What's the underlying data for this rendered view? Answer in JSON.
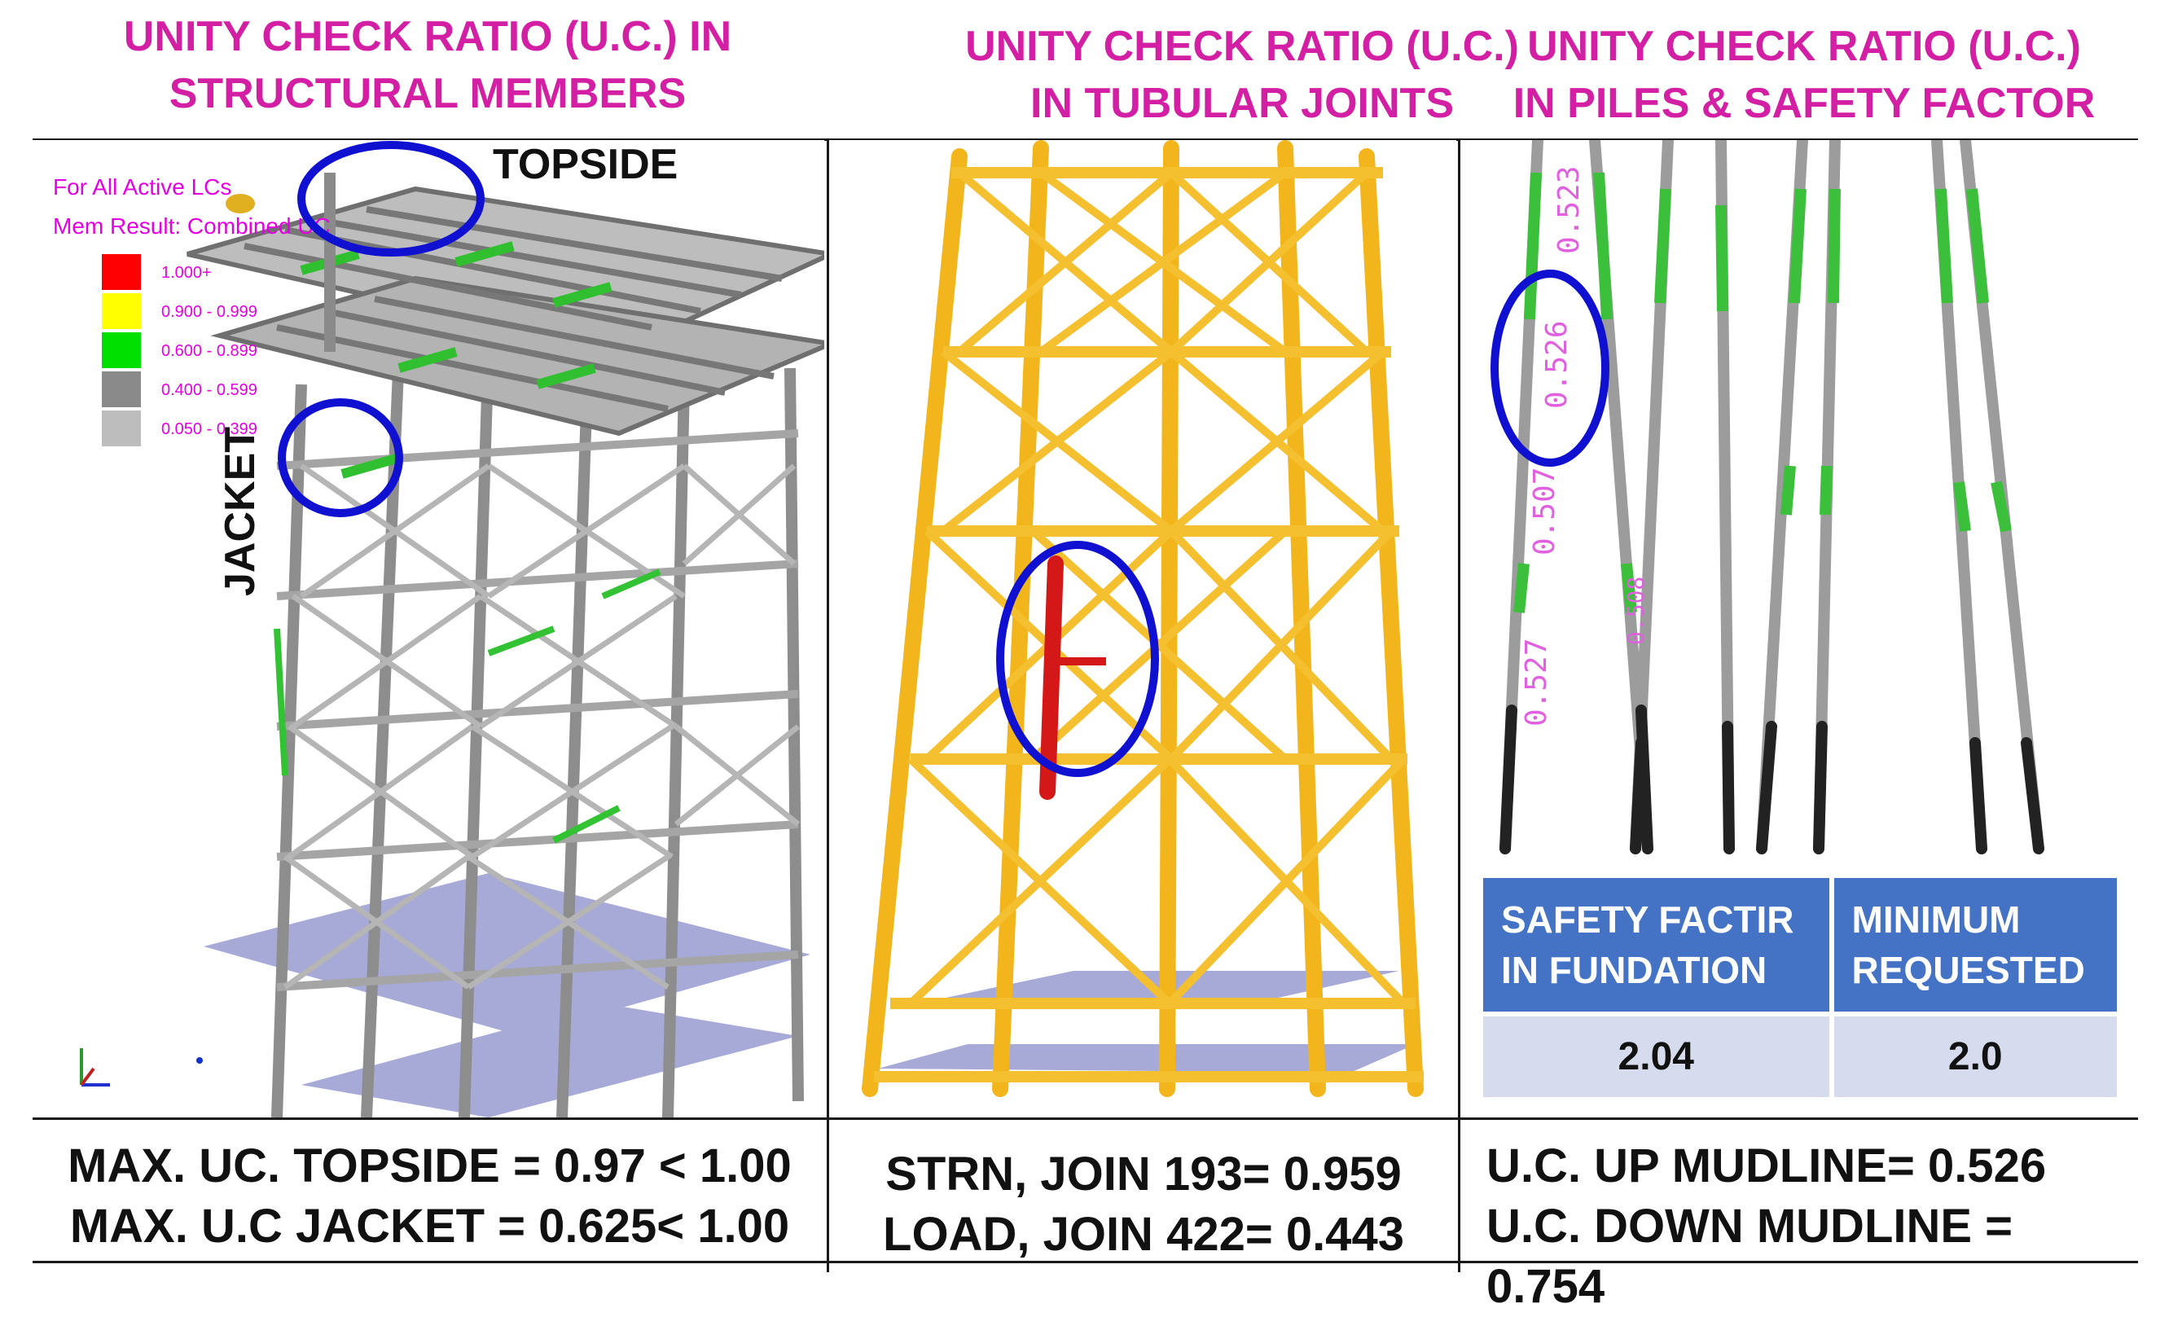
{
  "headers": {
    "left": "UNITY CHECK RATIO (U.C.) IN\nSTRUCTURAL MEMBERS",
    "middle": "UNITY CHECK RATIO (U.C.)\nIN TUBULAR JOINTS",
    "right": "UNITY CHECK RATIO (U.C.)\nIN PILES & SAFETY FACTOR"
  },
  "left_panel": {
    "topside_label": "TOPSIDE",
    "jacket_label": "JACKET",
    "legend_title_1": "For All Active LCs",
    "legend_title_2": "Mem Result: Combined UC",
    "legend": [
      {
        "label": "1.000+",
        "color": "#ff0000"
      },
      {
        "label": "0.900 - 0.999",
        "color": "#ffff00"
      },
      {
        "label": "0.600 - 0.899",
        "color": "#00e000"
      },
      {
        "label": "0.400 - 0.599",
        "color": "#8a8a8a"
      },
      {
        "label": "0.050 - 0.399",
        "color": "#bdbdbd"
      }
    ],
    "summary": "MAX. UC. TOPSIDE = 0.97 < 1.00\nMAX. U.C JACKET = 0.625< 1.00"
  },
  "middle_panel": {
    "summary": "STRN, JOIN 193= 0.959\nLOAD, JOIN 422= 0.443"
  },
  "right_panel": {
    "pile_labels": [
      "0.523",
      "0.526",
      "0.507",
      "0.508",
      "0.527"
    ],
    "table": {
      "col1_header": "SAFETY FACTIR\nIN FUNDATION",
      "col2_header": "MINIMUM\nREQUESTED",
      "col1_value": "2.04",
      "col2_value": "2.0"
    },
    "summary": "U.C. UP MUDLINE= 0.526\nU.C. DOWN MUDLINE = 0.754"
  },
  "colors": {
    "header_magenta": "#d21fa4",
    "highlight_circle": "#1010d0",
    "jacket_yellow": "#f2b51c",
    "critical_red": "#d41818",
    "steel_gray": "#9a9a9a",
    "ok_green": "#3cc03c",
    "table_blue": "#4472c4",
    "table_light": "#d6dcee"
  }
}
